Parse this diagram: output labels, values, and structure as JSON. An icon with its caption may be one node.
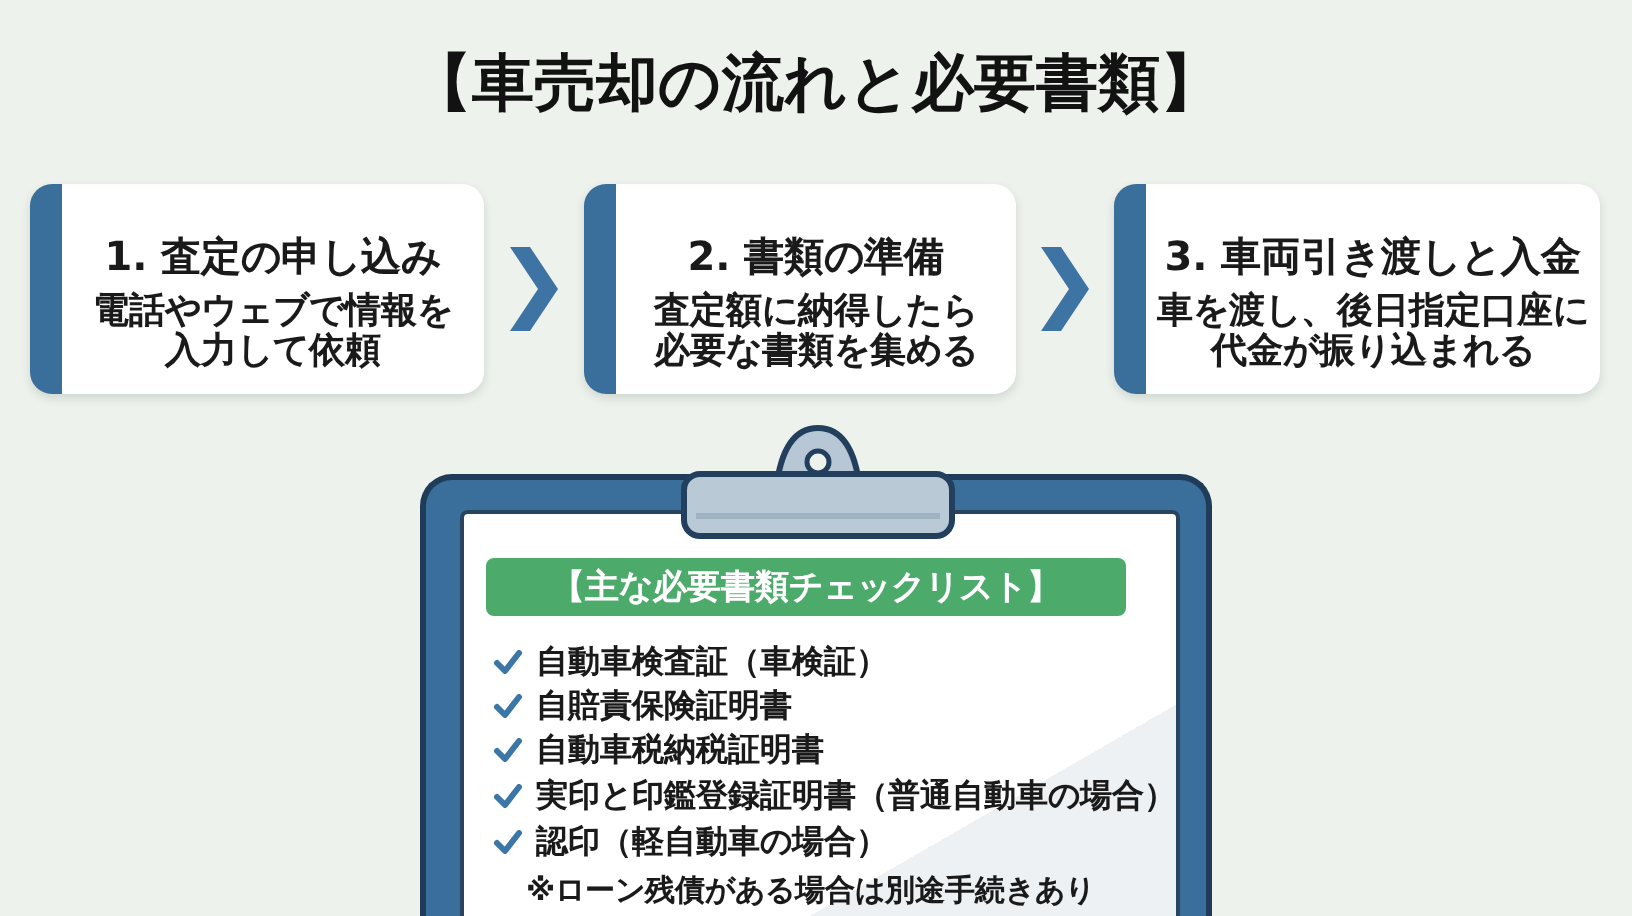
{
  "diagram": {
    "title": "【車売却の流れと必要書類】",
    "nodes": [
      {
        "text": [
          "1. 査定の申し込み",
          "電話やウェブで情報を入力して依頼"
        ]
      },
      {
        "text": [
          "2. 書類の準備",
          "査定額に納得したら必要な書類を集める"
        ]
      },
      {
        "text": [
          "3. 車両引き渡しと入金",
          "車を渡し、後日指定口座に代金が振り込まれる"
        ]
      },
      {
        "text": [
          "自動車検査証（車検証）",
          "自賠責保険証明書",
          "自動車税納税証明書",
          "実印と印鑑登録証明書（普通自動車の場合）",
          "認印（軽自動車の場合）",
          "※ローン残債がある場合は別途手続きあり"
        ]
      },
      {
        "text": [
          "【主な必要書類チェックリスト】"
        ],
        "in": 3
      }
    ],
    "edges": [
      {
        "from": 0,
        "to": 1,
        "arrow": "to"
      },
      {
        "from": 1,
        "to": 2,
        "arrow": "to"
      }
    ]
  }
}
